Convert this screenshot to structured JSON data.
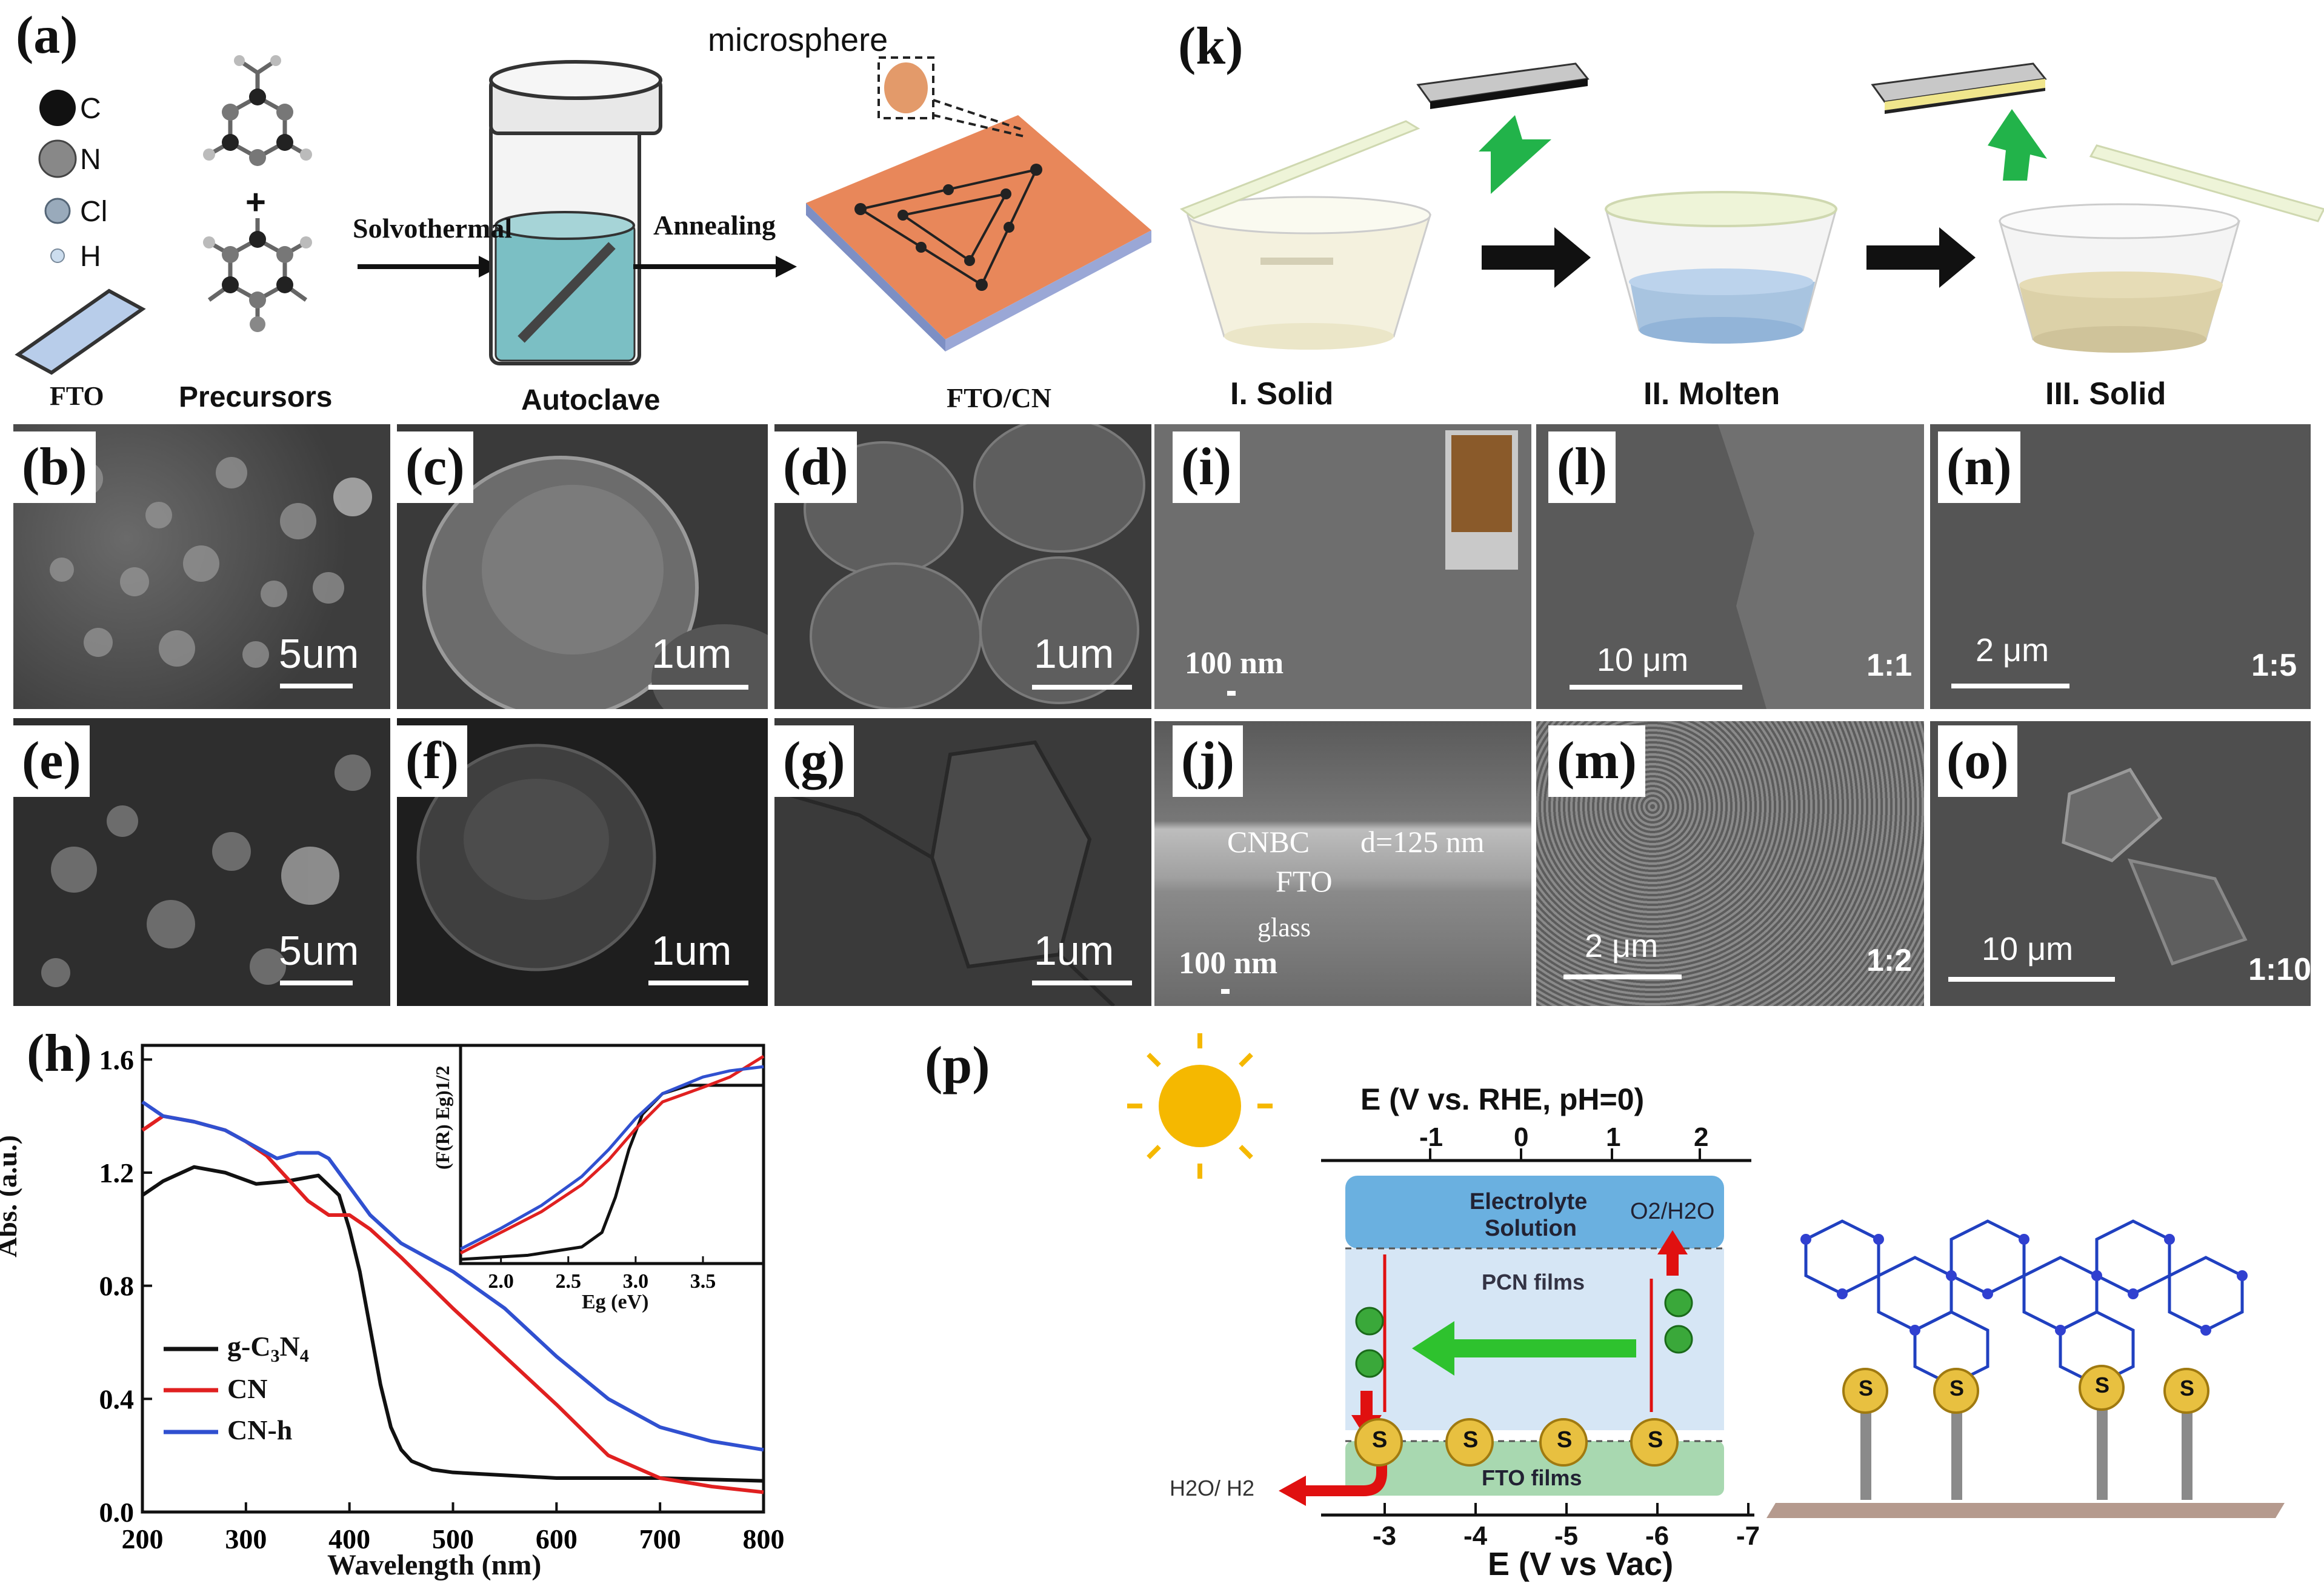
{
  "panels": {
    "a": "(a)",
    "b": "(b)",
    "c": "(c)",
    "d": "(d)",
    "e": "(e)",
    "f": "(f)",
    "g": "(g)",
    "h": "(h)",
    "i": "(i)",
    "j": "(j)",
    "k": "(k)",
    "l": "(l)",
    "m": "(m)",
    "n": "(n)",
    "o": "(o)",
    "p": "(p)"
  },
  "panel_a": {
    "legend": [
      "C",
      "N",
      "Cl",
      "H"
    ],
    "fto": "FTO",
    "precursors": "Precursors",
    "plus": "+",
    "solvothermal": "Solvothermal",
    "autoclave": "Autoclave",
    "annealing": "Annealing",
    "microsphere": "microsphere",
    "fto_cn": "FTO/CN"
  },
  "panel_k": {
    "stage1": "I. Solid",
    "stage2": "II. Molten",
    "stage3": "III. Solid"
  },
  "sem": {
    "b": "5um",
    "c": "1um",
    "d": "1um",
    "e": "5um",
    "f": "1um",
    "g": "1um",
    "i": "100 nm",
    "j_scale": "100 nm",
    "j_cnbc": "CNBC",
    "j_d": "d=125 nm",
    "j_fto": "FTO",
    "j_glass": "glass",
    "l_scale": "10 μm",
    "l_ratio": "1:1",
    "m_scale": "2 μm",
    "m_ratio": "1:2",
    "n_scale": "2 μm",
    "n_ratio": "1:5",
    "o_scale": "10 μm",
    "o_ratio": "1:10"
  },
  "chart_data": {
    "type": "line",
    "xlabel": "Wavelength (nm)",
    "ylabel": "Abs. (a.u.)",
    "xlim": [
      200,
      800
    ],
    "ylim": [
      0,
      1.65
    ],
    "xticks": [
      "200",
      "300",
      "400",
      "500",
      "600",
      "700",
      "800"
    ],
    "yticks": [
      "0.0",
      "0.4",
      "0.8",
      "1.2",
      "1.6"
    ],
    "legend_position": "bottom-left",
    "series": [
      {
        "name": "g-C3N4",
        "color": "#111111",
        "x": [
          200,
          220,
          250,
          280,
          310,
          340,
          370,
          390,
          400,
          410,
          420,
          430,
          440,
          450,
          460,
          480,
          500,
          550,
          600,
          650,
          700,
          800
        ],
        "y": [
          1.12,
          1.17,
          1.22,
          1.2,
          1.16,
          1.17,
          1.19,
          1.12,
          1.0,
          0.85,
          0.65,
          0.45,
          0.3,
          0.22,
          0.18,
          0.15,
          0.14,
          0.13,
          0.12,
          0.12,
          0.12,
          0.11
        ]
      },
      {
        "name": "CN",
        "color": "#e02020",
        "x": [
          200,
          220,
          250,
          280,
          300,
          320,
          340,
          360,
          380,
          400,
          420,
          450,
          500,
          550,
          600,
          650,
          700,
          750,
          800
        ],
        "y": [
          1.35,
          1.4,
          1.38,
          1.35,
          1.31,
          1.26,
          1.18,
          1.1,
          1.05,
          1.05,
          1.0,
          0.9,
          0.72,
          0.55,
          0.38,
          0.2,
          0.12,
          0.09,
          0.07
        ]
      },
      {
        "name": "CN-h",
        "color": "#3050d0",
        "x": [
          200,
          220,
          250,
          280,
          300,
          330,
          350,
          370,
          380,
          400,
          420,
          450,
          500,
          550,
          600,
          650,
          700,
          750,
          800
        ],
        "y": [
          1.45,
          1.4,
          1.38,
          1.35,
          1.31,
          1.25,
          1.27,
          1.27,
          1.25,
          1.15,
          1.05,
          0.95,
          0.85,
          0.72,
          0.55,
          0.4,
          0.3,
          0.25,
          0.22
        ]
      }
    ],
    "inset": {
      "xlabel": "Eg (eV)",
      "ylabel": "(F(R) Eg)1/2",
      "xlim": [
        1.7,
        3.95
      ],
      "xticks": [
        "2.0",
        "2.5",
        "3.0",
        "3.5"
      ],
      "series": [
        {
          "name": "g-C3N4",
          "color": "#111111",
          "x": [
            1.7,
            2.2,
            2.6,
            2.75,
            2.85,
            2.95,
            3.05,
            3.2,
            3.4,
            3.6,
            3.95
          ],
          "y": [
            0.02,
            0.04,
            0.08,
            0.15,
            0.32,
            0.55,
            0.72,
            0.82,
            0.86,
            0.86,
            0.86
          ]
        },
        {
          "name": "CN",
          "color": "#e02020",
          "x": [
            1.7,
            2.0,
            2.3,
            2.6,
            2.8,
            3.0,
            3.2,
            3.5,
            3.7,
            3.95
          ],
          "y": [
            0.05,
            0.15,
            0.25,
            0.38,
            0.5,
            0.65,
            0.78,
            0.85,
            0.9,
            1.0
          ]
        },
        {
          "name": "CN-h",
          "color": "#3050d0",
          "x": [
            1.7,
            2.0,
            2.3,
            2.6,
            2.8,
            3.0,
            3.2,
            3.5,
            3.7,
            3.95
          ],
          "y": [
            0.07,
            0.17,
            0.28,
            0.42,
            0.55,
            0.7,
            0.82,
            0.9,
            0.93,
            0.95
          ]
        }
      ]
    }
  },
  "legend_labels": {
    "s1_main": "g-C",
    "s1_sub": "3",
    "s1_tail": "N",
    "s1_sub2": "4",
    "s2": "CN",
    "s3": "CN-h"
  },
  "panel_p": {
    "top_axis_title": "E (V vs. RHE, pH=0)",
    "top_ticks": [
      "-1",
      "0",
      "1",
      "2"
    ],
    "electrolyte": "Electrolyte",
    "solution": "Solution",
    "o2": "O2/H2O",
    "pcn": "PCN films",
    "fto": "FTO films",
    "h2": "H2O/ H2",
    "bottom_ticks": [
      "-3",
      "-4",
      "-5",
      "-6",
      "-7"
    ],
    "bottom_axis_title": "E (V vs Vac)",
    "s": "S"
  },
  "colors": {
    "fto_film": "#a8d8b0",
    "pcn_film": "#d6e6f5",
    "electrolyte": "#6ab0e0",
    "sun": "#f5b800",
    "orange_film": "#e8875a",
    "arrow_green": "#2ec22e",
    "arrow_red": "#e01010"
  }
}
